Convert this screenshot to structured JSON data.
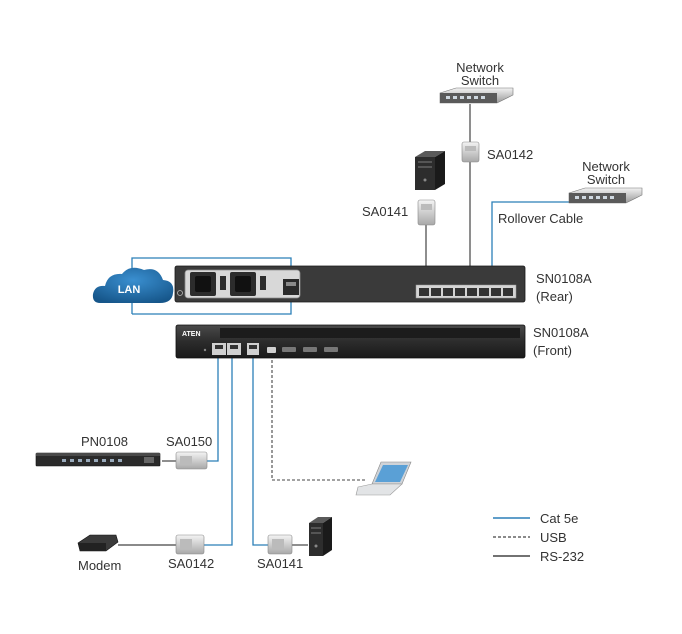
{
  "devices": {
    "lan": "LAN",
    "network_switch_top": [
      "Network",
      "Switch"
    ],
    "network_switch_right": [
      "Network",
      "Switch"
    ],
    "sn0108a_rear": [
      "SN0108A",
      "(Rear)"
    ],
    "sn0108a_front": [
      "SN0108A",
      "(Front)"
    ],
    "pn0108": "PN0108",
    "modem": "Modem",
    "brand": "ATEN"
  },
  "adapters": {
    "sa0142_top": "SA0142",
    "sa0141_top": "SA0141",
    "sa0150": "SA0150",
    "sa0142_bottom": "SA0142",
    "sa0141_bottom": "SA0141"
  },
  "cables": {
    "rollover": "Rollover Cable"
  },
  "legend": {
    "items": [
      {
        "label": "Cat 5e",
        "style": "solid",
        "color": "#2b7fb8"
      },
      {
        "label": "USB",
        "style": "dashed",
        "color": "#444444"
      },
      {
        "label": "RS-232",
        "style": "solid",
        "color": "#444444"
      }
    ]
  },
  "colors": {
    "cat5e": "#2b7fb8",
    "rs232": "#444444",
    "cloud": "#1f6ea8",
    "device_dark": "#2a2a2a"
  }
}
